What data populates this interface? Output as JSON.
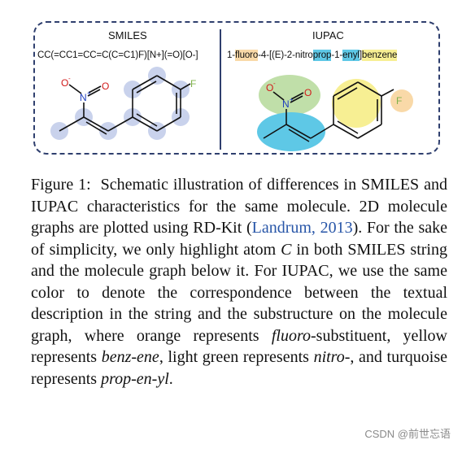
{
  "smiles_panel": {
    "title": "SMILES",
    "string": "CC(=CC1=CC=C(C=C1)F)[N+](=O)[O-]",
    "atom_labels": {
      "o_top": "O",
      "o_top_charge": "-",
      "n": "N",
      "n_charge": "+",
      "o_right": "O",
      "f": "F"
    }
  },
  "iupac_panel": {
    "title": "IUPAC",
    "parts": [
      "1-",
      "fluoro",
      "-4-[(E)-2-",
      "nitro",
      "prop",
      "-1-",
      "enyl",
      "]",
      "benzene"
    ],
    "atom_labels": {
      "o_top": "O",
      "o_top_charge": "-",
      "n": "N",
      "n_charge": "+",
      "o_right": "O",
      "f": "F"
    }
  },
  "caption": {
    "label": "Figure 1:",
    "text_1": "Schematic illustration of differences in SMILES and IUPAC characteristics for the same molecule. 2D molecule graphs are plotted using RD-Kit (",
    "cite_author": "Landrum",
    "cite_year": "2013",
    "text_2": "). For the sake of simplicity, we only highlight atom ",
    "atom": "C",
    "text_3": " in both SMILES string and the molecule graph below it. For IUPAC, we use the same color to denote the correspondence between the textual description in the string and the substructure on the molecule graph, where orange represents ",
    "term_fluoro": "fluoro-",
    "text_4": "substituent, yellow represents ",
    "term_benzene": "benz-ene",
    "text_5": ", light green represents ",
    "term_nitro": "nitro-",
    "text_6": ", and turquoise represents ",
    "term_propenyl": "prop-en-yl",
    "text_7": "."
  },
  "watermark": "CSDN @前世忘语",
  "colors": {
    "border": "#2f3f6e",
    "orange": "#f9d9a8",
    "turquoise": "#5ec8e6",
    "yellow": "#f7ef93",
    "light_green": "#b5d99a",
    "atom_highlight": "#c9d2ec",
    "nitrogen": "#1f3fbf",
    "oxygen": "#d11a1a",
    "fluorine": "#7fb24a",
    "cite": "#2856a8"
  }
}
